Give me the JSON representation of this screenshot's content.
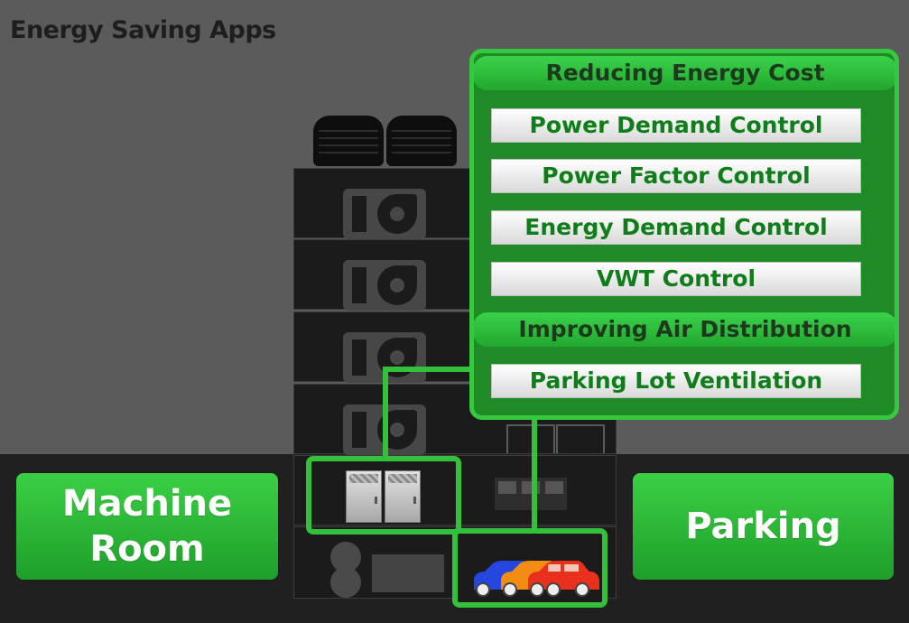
{
  "page": {
    "title": "Energy Saving Apps"
  },
  "buttons": {
    "machine_room": [
      "Machine",
      "Room"
    ],
    "parking": "Parking"
  },
  "panel": {
    "reducing_title": "Reducing Energy Cost",
    "reducing_items": [
      "Power Demand Control",
      "Power Factor Control",
      "Energy Demand Control",
      "VWT Control"
    ],
    "air_title": "Improving Air Distribution",
    "air_items": [
      "Parking Lot Ventilation"
    ]
  },
  "icons": [
    "cooling-tower-icon",
    "air-handler-icon",
    "desk-chair-icon",
    "workstation-icon",
    "electrical-cabinet-icon",
    "pump-icon",
    "generator-icon",
    "car-icon"
  ],
  "colors": {
    "accent": "#33c03a",
    "panel": "#1f8b26",
    "button_text": "#0f7d1a",
    "car_blue": "#2646e0",
    "car_orange": "#f28c12",
    "car_red": "#e9301c"
  }
}
